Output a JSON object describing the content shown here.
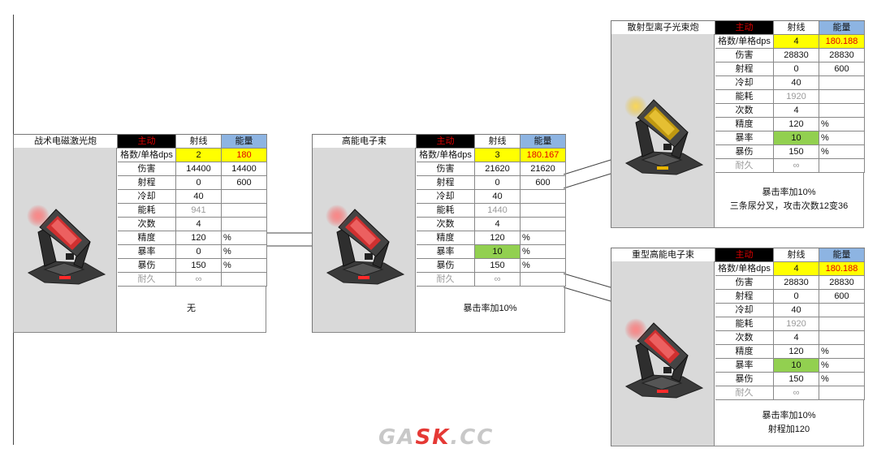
{
  "headers": {
    "active": "主动",
    "shot": "射线",
    "energy": "能量"
  },
  "cards": [
    {
      "id": "card-tactical",
      "title": "战术电磁激光炮",
      "dps_label": "格数/单格dps",
      "dps_value": "2",
      "dps_energy": "180",
      "stats": [
        {
          "label": "伤害",
          "shot": "14400",
          "energy": "14400"
        },
        {
          "label": "射程",
          "shot": "0",
          "energy": "600"
        },
        {
          "label": "冷却",
          "shot": "40",
          "energy": ""
        },
        {
          "label": "能耗",
          "shot": "941",
          "energy": ""
        },
        {
          "label": "次数",
          "shot": "4",
          "energy": ""
        },
        {
          "label": "精度",
          "shot": "120",
          "energy": "%"
        },
        {
          "label": "暴率",
          "shot": "0",
          "energy": "%"
        },
        {
          "label": "暴伤",
          "shot": "150",
          "energy": "%"
        },
        {
          "label": "耐久",
          "shot": "∞",
          "energy": ""
        }
      ],
      "notes": [
        "无"
      ]
    },
    {
      "id": "card-high-energy",
      "title": "高能电子束",
      "dps_label": "格数/单格dps",
      "dps_value": "3",
      "dps_energy": "180.167",
      "stats": [
        {
          "label": "伤害",
          "shot": "21620",
          "energy": "21620"
        },
        {
          "label": "射程",
          "shot": "0",
          "energy": "600"
        },
        {
          "label": "冷却",
          "shot": "40",
          "energy": ""
        },
        {
          "label": "能耗",
          "shot": "1440",
          "energy": ""
        },
        {
          "label": "次数",
          "shot": "4",
          "energy": ""
        },
        {
          "label": "精度",
          "shot": "120",
          "energy": "%"
        },
        {
          "label": "暴率",
          "shot": "10",
          "energy": "%"
        },
        {
          "label": "暴伤",
          "shot": "150",
          "energy": "%"
        },
        {
          "label": "耐久",
          "shot": "∞",
          "energy": ""
        }
      ],
      "notes": [
        "暴击率加10%"
      ]
    },
    {
      "id": "card-scatter",
      "title": "散射型离子光束炮",
      "dps_label": "格数/单格dps",
      "dps_value": "4",
      "dps_energy": "180.188",
      "stats": [
        {
          "label": "伤害",
          "shot": "28830",
          "energy": "28830"
        },
        {
          "label": "射程",
          "shot": "0",
          "energy": "600"
        },
        {
          "label": "冷却",
          "shot": "40",
          "energy": ""
        },
        {
          "label": "能耗",
          "shot": "1920",
          "energy": ""
        },
        {
          "label": "次数",
          "shot": "4",
          "energy": ""
        },
        {
          "label": "精度",
          "shot": "120",
          "energy": "%"
        },
        {
          "label": "暴率",
          "shot": "10",
          "energy": "%"
        },
        {
          "label": "暴伤",
          "shot": "150",
          "energy": "%"
        },
        {
          "label": "耐久",
          "shot": "∞",
          "energy": ""
        }
      ],
      "notes": [
        "暴击率加10%",
        "三条尿分叉，攻击次数12变36"
      ]
    },
    {
      "id": "card-heavy",
      "title": "重型高能电子束",
      "dps_label": "格数/单格dps",
      "dps_value": "4",
      "dps_energy": "180.188",
      "stats": [
        {
          "label": "伤害",
          "shot": "28830",
          "energy": "28830"
        },
        {
          "label": "射程",
          "shot": "0",
          "energy": "600"
        },
        {
          "label": "冷却",
          "shot": "40",
          "energy": ""
        },
        {
          "label": "能耗",
          "shot": "1920",
          "energy": ""
        },
        {
          "label": "次数",
          "shot": "4",
          "energy": ""
        },
        {
          "label": "精度",
          "shot": "120",
          "energy": "%"
        },
        {
          "label": "暴率",
          "shot": "10",
          "energy": "%"
        },
        {
          "label": "暴伤",
          "shot": "150",
          "energy": "%"
        },
        {
          "label": "耐久",
          "shot": "∞",
          "energy": ""
        }
      ],
      "notes": [
        "暴击率加10%",
        "射程加120"
      ]
    }
  ],
  "watermark": {
    "part1": "GA",
    "part2": "SK",
    "part3": ".CC"
  },
  "colors": {
    "active_header_bg": "#000000",
    "active_header_text": "#e00000",
    "energy_header_bg": "#8db4e2",
    "highlight_yellow": "#ffff00",
    "highlight_green": "#92d050",
    "image_bg": "#d9d9d9"
  }
}
